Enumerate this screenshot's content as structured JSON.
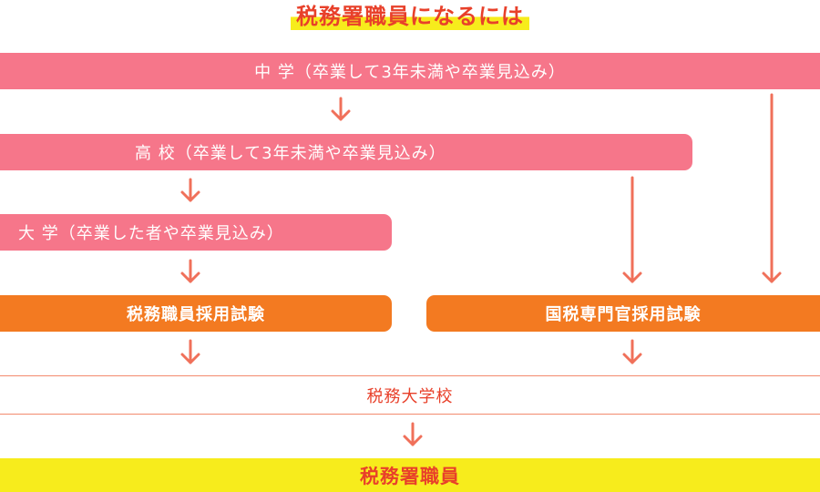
{
  "title": "税務署職員になるには",
  "boxes": {
    "junior_high": "中 学（卒業して3年未満や卒業見込み）",
    "high_school": "高 校（卒業して3年未満や卒業見込み）",
    "university": "大 学（卒業した者や卒業見込み）",
    "tax_staff_exam": "税務職員採用試験",
    "national_tax_exam": "国税専門官採用試験",
    "tax_college": "税務大学校",
    "result": "税務署職員"
  },
  "colors": {
    "education_bar": "#f6768a",
    "exam_bar": "#f37a21",
    "arrow": "#f0705a",
    "highlight": "#f7ec1c",
    "title_text": "#e8402a"
  }
}
